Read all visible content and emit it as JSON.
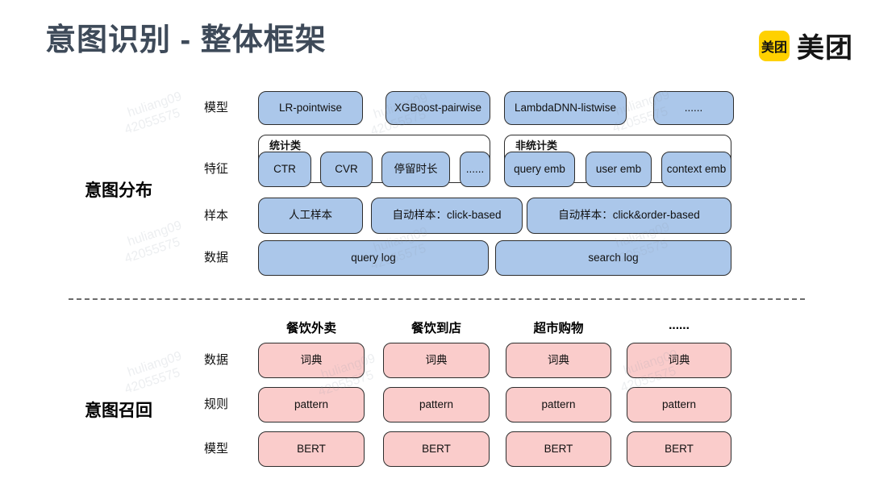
{
  "title": "意图识别 - 整体框架",
  "logo": {
    "badge": "美团",
    "brand": "美团"
  },
  "watermark": {
    "user": "huliang09",
    "id": "42055575"
  },
  "colors": {
    "blue_box": "#ABC7EA",
    "pink_box": "#FACCCB",
    "title_color": "#3E4A59",
    "brand_yellow": "#FFD100",
    "border_dark": "#2D2D2D"
  },
  "distribution": {
    "label": "意图分布",
    "model_row": {
      "label": "模型",
      "boxes": [
        "LR-pointwise",
        "XGBoost-pairwise",
        "LambdaDNN-listwise",
        "......"
      ]
    },
    "feature_row": {
      "label": "特征",
      "stat_group": {
        "label": "统计类",
        "boxes": [
          "CTR",
          "CVR",
          "停留时长",
          "......"
        ]
      },
      "nonstat_group": {
        "label": "非统计类",
        "boxes": [
          "query emb",
          "user emb",
          "context emb"
        ]
      }
    },
    "sample_row": {
      "label": "样本",
      "boxes": [
        "人工样本",
        "自动样本：click-based",
        "自动样本：click&order-based"
      ]
    },
    "data_row": {
      "label": "数据",
      "boxes": [
        "query log",
        "search log"
      ]
    }
  },
  "recall": {
    "label": "意图召回",
    "columns": [
      "餐饮外卖",
      "餐饮到店",
      "超市购物",
      "......"
    ],
    "data_row": {
      "label": "数据",
      "boxes": [
        "词典",
        "词典",
        "词典",
        "词典"
      ]
    },
    "rule_row": {
      "label": "规则",
      "boxes": [
        "pattern",
        "pattern",
        "pattern",
        "pattern"
      ]
    },
    "model_row": {
      "label": "模型",
      "boxes": [
        "BERT",
        "BERT",
        "BERT",
        "BERT"
      ]
    }
  }
}
